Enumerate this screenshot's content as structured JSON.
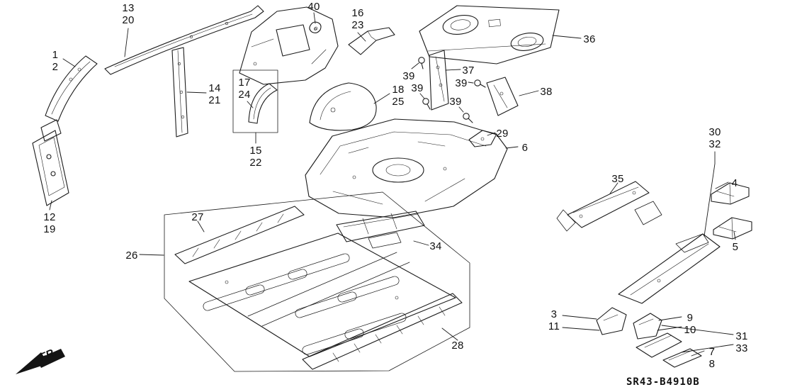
{
  "diagram": {
    "code": "SR43-B4910B",
    "fr_label": "FR."
  },
  "callouts": [
    {
      "text": "13\n20"
    },
    {
      "text": "40"
    },
    {
      "text": "16\n23"
    },
    {
      "text": "36"
    },
    {
      "text": "1\n2"
    },
    {
      "text": "37"
    },
    {
      "text": "39"
    },
    {
      "text": "39"
    },
    {
      "text": "39"
    },
    {
      "text": "39"
    },
    {
      "text": "38"
    },
    {
      "text": "14\n21"
    },
    {
      "text": "17\n24"
    },
    {
      "text": "18\n25"
    },
    {
      "text": "29"
    },
    {
      "text": "6"
    },
    {
      "text": "30\n32"
    },
    {
      "text": "4"
    },
    {
      "text": "35"
    },
    {
      "text": "15\n22"
    },
    {
      "text": "5"
    },
    {
      "text": "12\n19"
    },
    {
      "text": "27"
    },
    {
      "text": "26"
    },
    {
      "text": "34"
    },
    {
      "text": "3\n11"
    },
    {
      "text": "9\n10"
    },
    {
      "text": "31\n33"
    },
    {
      "text": "7\n8"
    },
    {
      "text": "28"
    }
  ]
}
